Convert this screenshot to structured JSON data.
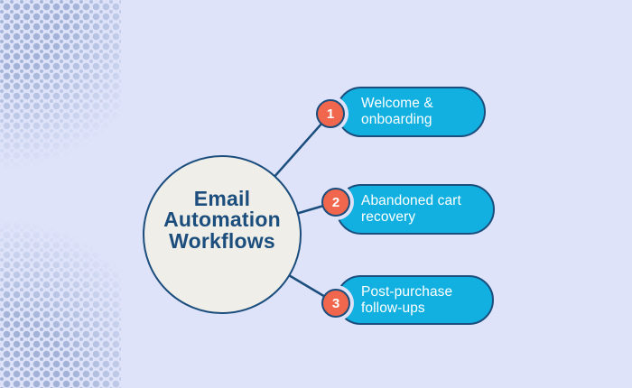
{
  "diagram": {
    "type": "mindmap",
    "center": {
      "title": "Email\nAutomation\nWorkflows"
    },
    "branches": [
      {
        "number": "1",
        "label": "Welcome &\nonboarding"
      },
      {
        "number": "2",
        "label": "Abandoned cart\nrecovery"
      },
      {
        "number": "3",
        "label": "Post-purchase\nfollow-ups"
      }
    ]
  },
  "colors": {
    "background": "#dee3f9",
    "halftone_dot": "#a3b3d7",
    "outline_navy": "#1b4d7d",
    "center_fill": "#f0eee8",
    "center_text": "#1b4d7d",
    "pill_fill": "#11b0e0",
    "pill_text": "#ffffff",
    "badge_fill": "#f0674d",
    "badge_text": "#ffffff"
  }
}
